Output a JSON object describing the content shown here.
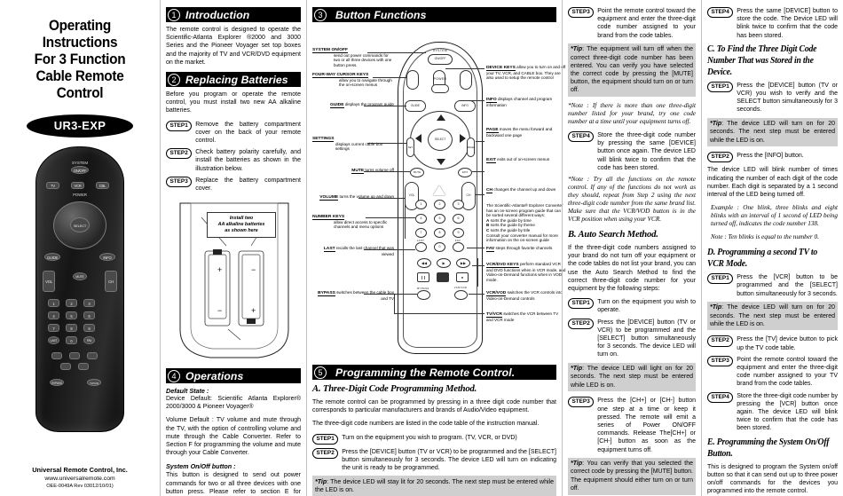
{
  "document": {
    "title_lines": [
      "Operating Instructions",
      "For 3 Function",
      "Cable Remote Control"
    ],
    "model": "UR3-EXP"
  },
  "footer": {
    "company": "Universal Remote Control, Inc.",
    "url": "www.universalremote.com",
    "code": "OEE-0049A Rev 03012/10/01)"
  },
  "battery_note": "Install two\nAA alkaline batteries\nas shown here",
  "sections": {
    "introduction": {
      "number": "1",
      "title": "Introduction",
      "body": "The remote control is designed to operate the Scientific-Atlanta Explorer ®2000 and 3000 Series and the Pioneer Voyager set top boxes and the majority of TV and VCR/DVD equipment on the market."
    },
    "replacing_batteries": {
      "number": "2",
      "title": "Replacing Batteries",
      "intro": "Before you program or operate the remote control, you must install two new AA alkaline batteries.",
      "steps": [
        {
          "label": "STEP1",
          "text": "Remove the battery compartment cover on the back of your  remote control."
        },
        {
          "label": "STEP2",
          "text": "Check battery polarity carefully, and install the batteries as shown in the illustration below."
        },
        {
          "label": "STEP3",
          "text": "Replace the battery compartment cover."
        }
      ]
    },
    "button_functions": {
      "number": "3",
      "title": "Button Functions",
      "left_callouts": [
        {
          "key": "SYSTEM ON/OFF",
          "text": "send out power commands for two or all three devices with one button press."
        },
        {
          "key": "FOUR-WAY CURSOR KEYS",
          "text": "allow you to navigate through the on-screen menus"
        },
        {
          "key": "GUIDE",
          "text": "displays the program guide"
        },
        {
          "key": "SETTINGS",
          "text": "displays current cable box settings"
        },
        {
          "key": "MUTE",
          "text": "turns volume off"
        },
        {
          "key": "VOLUME",
          "text": "turns the volume up and down"
        },
        {
          "key": "NUMBER KEYS",
          "text": "allow direct access to specific channels and menu options"
        },
        {
          "key": "LAST",
          "text": "recalls the last channel that was viewed"
        },
        {
          "key": "BYPASS",
          "text": "switches between the cable box and TV"
        }
      ],
      "right_callouts": [
        {
          "key": "DEVICE KEYS",
          "text": "allow you to turn on and off your TV, VCR, and CABLE box. They are also used to setup the remote control"
        },
        {
          "key": "INFO",
          "text": "displays channel and program information"
        },
        {
          "key": "PAGE",
          "text": "moves the menu forward and backward one page"
        },
        {
          "key": "EXIT",
          "text": "exits out of on-screen menus"
        },
        {
          "key": "CH",
          "text": "changes the channel up and down"
        },
        {
          "key": "FAV",
          "text": "steps through favorite channels"
        },
        {
          "key": "VCR/DVD KEYS",
          "text": "perform standard VCR and DVD functions when in VCR mode, and Video-on-Demand functions when in VOD mode."
        },
        {
          "key": "VCR/VOD",
          "text": "switches the VCR controls into Video-on-Demand controls"
        },
        {
          "key": "TV/VCR",
          "text": "switches the VCR between TV and VCR mode"
        }
      ],
      "guide_note": {
        "intro": "The Scientific-Atlanta® Explorer Converter has an on-screen program guide that can be sorted several different ways:",
        "items": [
          {
            "letter": "A",
            "text": "sorts the guide by time"
          },
          {
            "letter": "B",
            "text": "sorts the guide by theme"
          },
          {
            "letter": "C",
            "text": "sorts the guide by title"
          }
        ],
        "outro": "Consult your converter manual for more information on the on-screen guide"
      },
      "device_labels": {
        "system": "SYSTEM",
        "onoff": "ON/OFF",
        "power": "POWER",
        "select": "SELECT",
        "guide": "GUIDE",
        "info": "INFO",
        "settings": "SET",
        "exit": "EXIT",
        "mute": "MUTE",
        "vol": "VOL",
        "ch": "CH",
        "page": "PAGE",
        "last": "LAST",
        "fav": "FAV",
        "bypass": "BYPASS",
        "vcrvod": "VCR/VOD",
        "tvvcr": "TV/VCR",
        "numbers": [
          "1",
          "2",
          "3",
          "4",
          "5",
          "6",
          "7",
          "8",
          "9",
          "0"
        ],
        "devices": [
          "TV",
          "VCR",
          "CBL"
        ]
      }
    },
    "operations": {
      "number": "4",
      "title": "Operations",
      "default_state_head": "Default State :",
      "default_state_body": "Device Default: Scientific Atlanta Explorer® 2000/3000 & Pioneer Voyager®",
      "volume_default": "Volume Default : TV volume and mute through the TV, with the option of controlling volume and mute through the Cable Converter.  Refer to Section F for programming the volume and mute through your Cable Converter.",
      "system_head": "System On/Off button :",
      "system_body": "This button is designed to send out power commands for two or all three devices with one button press. Please refer to section E for details."
    },
    "programming": {
      "number": "5",
      "title": "Programming the Remote Control.",
      "method_a": {
        "heading": "A. Three-Digit Code Programming Method.",
        "intro1": "The remote control can be programmed by pressing in a three digit code number that corresponds to particular manufacturers and brands of Audio/Video equipment.",
        "intro2": "The three-digit code numbers are listed in the code table of the instruction manual.",
        "steps": [
          {
            "label": "STEP1",
            "text": "Turn on the equipment you wish to program. (TV,  VCR, or DVD)"
          },
          {
            "label": "STEP2",
            "text": "Press the [DEVICE] button (TV or VCR) to be programmed and the [SELECT] button simultaneously for 3 seconds. The device LED will turn on indicating the unit is ready to be programmed."
          },
          {
            "label": "STEP3",
            "text": "Point the remote control toward the equipment and enter the three-digit code  number assigned to your brand from the code tables."
          },
          {
            "label": "STEP4",
            "text": "Store the three-digit code number by pressing the same [DEVICE] button once again. The device LED will blink twice to confirm that the code has been stored."
          }
        ],
        "tip1": "The device LED will stay lit for 20 seconds. The next step must be entered while the LED is on.",
        "tip2": "The equipment will turn off when the correct three-digit code number has been entered. You can verify you have selected the correct code by pressing the [MUTE] button, the equipment should turn on or turn off.",
        "note1": "*Note : If there is more than one three-digit number listed for your brand, try one code number at a time until your equipment turns off.",
        "note2": "*Note : Try all the functions on the remote control.  If any of the functions do not work as they should, repeat from Step 2 using the next three-digit code number from the same brand list. Make sure that the VCR/VOD button is in the VCR position when using your VCR."
      },
      "method_b": {
        "heading": "B. Auto Search Method.",
        "intro": "If the three-digit code numbers assigned to your brand do not turn off your equipment or the code tables do not list your brand, you can use the Auto Search Method to find the correct three-digit code number for your equipment by the following steps:",
        "intro_bold": "Auto Search Method to find the correct three-digit code number for your equipment by the following steps:",
        "steps": [
          {
            "label": "STEP1",
            "text": "Turn on the equipment you wish to operate."
          },
          {
            "label": "STEP2",
            "text": "Press the [DEVICE] button (TV or VCR) to be programmed and the [SELECT] button simultaneously for 3 seconds. The device LED will turn on."
          },
          {
            "label": "STEP3",
            "text": "Press the [CH+] or [CH-] button one step at a time or keep it pressed. The remote will emit a series of Power ON/OFF commands. Release The[CH+] or [CH-] button as soon as the equipment turns off."
          },
          {
            "label": "STEP4",
            "text": "Press the same [DEVICE] button to store the code.  The Device LED will blink twice to confirm that the code has been stored."
          }
        ],
        "tip1": "The device LED will light on for 20 seconds. The next step must be entered while LED is on.",
        "tip2": "You can verify that you selected the correct code by pressing the [MUTE] button. The equipment should either turn on or turn off."
      },
      "method_c": {
        "heading": "C. To Find the Three Digit Code Number That was Stored in the Device.",
        "steps": [
          {
            "label": "STEP1",
            "text": "Press the [DEVICE] button (TV or VCR) you wish to verify and the SELECT button simultaneously for 3 seconds."
          },
          {
            "label": "STEP2",
            "text": "Press the [INFO] button."
          }
        ],
        "tip1": "The device LED will turn on for 20 seconds. The next step must be entered while the LED is on.",
        "body": "The device LED will blink number of times indicating the number of each digit of the code number. Each digit is separated by a 1 second interval of the LED being turned off.",
        "example": "Example : One blink, three blinks and eight blinks with an interval of 1 second of LED being turned off, indicates the code number 138.",
        "note": "Note : Ten blinks is equal to the number 0."
      },
      "method_d": {
        "heading": "D. Programming a second TV to VCR Mode.",
        "steps": [
          {
            "label": "STEP1",
            "text": "Press the [VCR] button to be programmed and the [SELECT] button simultaneously for 3 seconds."
          },
          {
            "label": "STEP2",
            "text": "Press the [TV] device button to pick up the TV code table."
          },
          {
            "label": "STEP3",
            "text": "Point the remote control toward the equipment and enter the three-digit code number assigned to your TV brand from the code tables."
          },
          {
            "label": "STEP4",
            "text": "Store the three-digit code number by pressing the [VCR] button once again. The device LED will blink twice to confirm that the code has been stored."
          }
        ],
        "tip1": "The device LED will turn on for 20 seconds. The next step must be entered while the LED is on."
      },
      "method_e": {
        "heading": "E. Programming the System On/Off Button.",
        "body": "This is designed to program the System on/off button so that it can send out up to three power on/off commands for the devices you programmed into the remote control."
      }
    }
  },
  "labels": {
    "tip": "*Tip",
    "colon": ":"
  },
  "colors": {
    "bar_bg": "#000000",
    "bar_text": "#ffffff",
    "tip_bg": "#cfcfcf",
    "page_bg": "#ffffff"
  }
}
